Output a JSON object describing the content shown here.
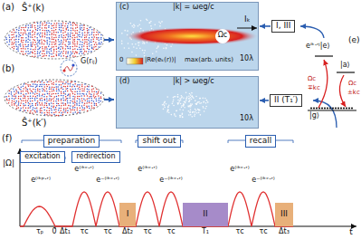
{
  "diagram": {
    "nodes": [
      {
        "text": [
          "(c)",
          "|k| = ωeg/c",
          "10λ"
        ]
      },
      {
        "text": [
          "(d)",
          "|k| > ωeg/c",
          "10λ"
        ]
      },
      {
        "text": [
          "I, III"
        ]
      },
      {
        "text": [
          "II (T₁′)"
        ]
      },
      {
        "text": [
          "preparation"
        ]
      },
      {
        "text": [
          "excitation"
        ]
      },
      {
        "text": [
          "redirection"
        ]
      },
      {
        "text": [
          "shift out"
        ]
      },
      {
        "text": [
          "recall"
        ]
      },
      {
        "text": [
          "I"
        ]
      },
      {
        "text": [
          "II"
        ]
      },
      {
        "text": [
          "III"
        ]
      }
    ],
    "edges": [
      {
        "from": 2,
        "to": 0,
        "arrow": "to"
      },
      {
        "from": 3,
        "to": 1,
        "arrow": "to"
      }
    ],
    "labels": [
      "(a)",
      "Ŝ⁺(k)",
      "(b)",
      "Ŝ⁺(k′)",
      "G(rᵢⱼ)",
      "Iₖ",
      "Ωc",
      "0",
      "|Re(eₖ(r))|",
      "max(arb. units)",
      "(e)",
      "eⁱᵏ·ʳʲ|e⟩",
      "|a⟩",
      "|g⟩",
      "Ωc",
      "∓kc",
      "Ωc",
      "±kc",
      "(f)",
      "|Ω|",
      "e⁽ⁱᵏᵖ·ʳ⁾",
      "e⁽ⁱᵏᶜ·ʳ⁾",
      "e⁻⁽ⁱᵏᶜ·ʳ⁾",
      "e⁽ⁱᵏᶜ·ʳ⁾",
      "e⁻⁽ⁱᵏᶜ·ʳ⁾",
      "e⁽ⁱᵏᶜ·ʳ⁾",
      "e⁻⁽ⁱᵏᶜ·ʳ⁾",
      "τₚ",
      "0",
      "Δt₁",
      "τc",
      "τc",
      "Δt₂",
      "τc",
      "τc",
      "T₁",
      "τc",
      "τc",
      "Δt₃",
      "t"
    ]
  }
}
